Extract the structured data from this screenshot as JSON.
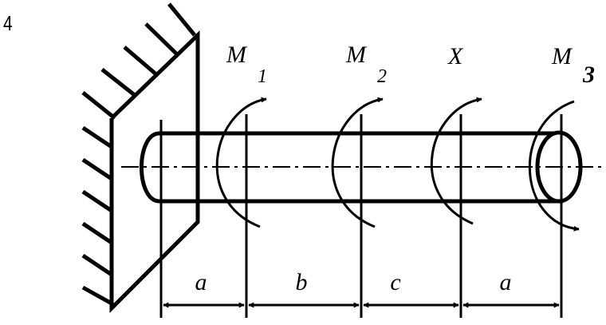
{
  "problem_number": "4",
  "moments": {
    "m1": {
      "letter": "M",
      "index": "1"
    },
    "m2": {
      "letter": "M",
      "index": "2"
    },
    "x": {
      "letter": "X"
    },
    "m3": {
      "letter": "M",
      "index": "3"
    }
  },
  "dimensions": {
    "seg1": "a",
    "seg2": "b",
    "seg3": "c",
    "seg4": "a"
  }
}
